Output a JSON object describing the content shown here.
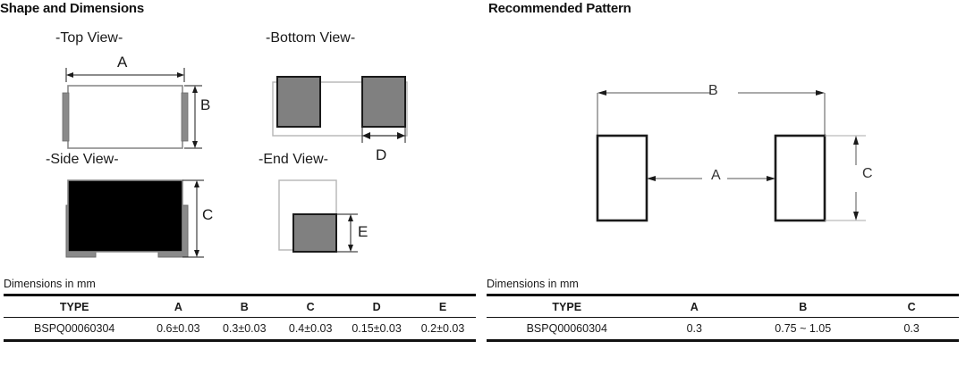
{
  "left_panel": {
    "title": "Shape and Dimensions",
    "views": {
      "top": "-Top View-",
      "bottom": "-Bottom View-",
      "side": "-Side View-",
      "end": "-End View-"
    },
    "dimension_labels": {
      "a": "A",
      "b": "B",
      "c": "C",
      "d": "D",
      "e": "E"
    },
    "units_note": "Dimensions in mm",
    "table": {
      "headers": [
        "TYPE",
        "A",
        "B",
        "C",
        "D",
        "E"
      ],
      "rows": [
        [
          "BSPQ00060304",
          "0.6±0.03",
          "0.3±0.03",
          "0.4±0.03",
          "0.15±0.03",
          "0.2±0.03"
        ]
      ]
    }
  },
  "right_panel": {
    "title": "Recommended Pattern",
    "dimension_labels": {
      "a": "A",
      "b": "B",
      "c": "C"
    },
    "units_note": "Dimensions in mm",
    "table": {
      "headers": [
        "TYPE",
        "A",
        "B",
        "C"
      ],
      "rows": [
        [
          "BSPQ00060304",
          "0.3",
          "0.75 ~ 1.05",
          "0.3"
        ]
      ]
    }
  },
  "colors": {
    "line": "#1a1a1a",
    "body_white": "#ffffff",
    "body_black": "#000000",
    "terminal_gray": "#808080",
    "outline_light": "#b0b0b0",
    "dim_line": "#555555"
  }
}
